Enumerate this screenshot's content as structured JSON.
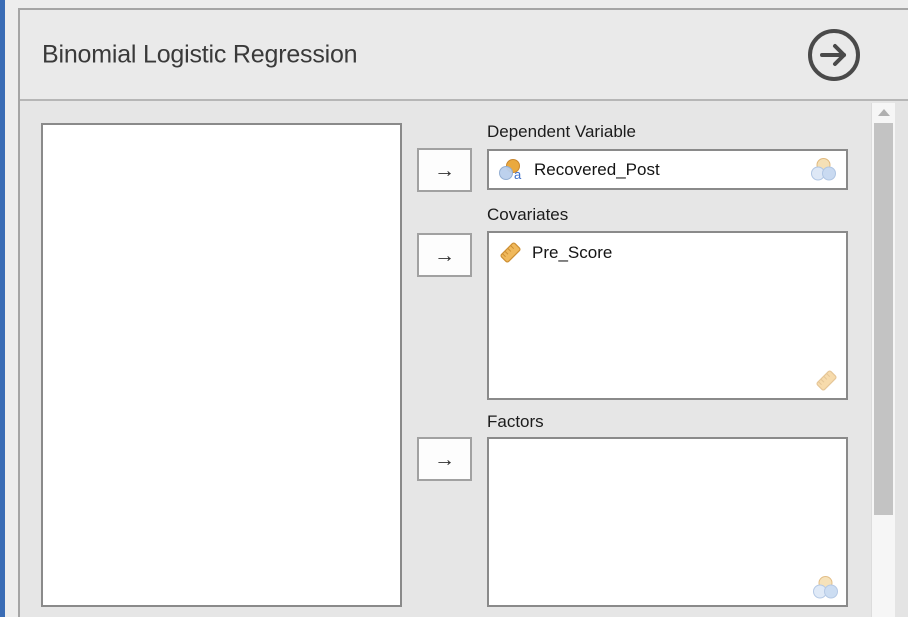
{
  "header": {
    "title": "Binomial Logistic Regression",
    "run_icon": "circle-arrow-right"
  },
  "available_list": {
    "items": []
  },
  "move_buttons": [
    {
      "glyph": "→"
    },
    {
      "glyph": "→"
    },
    {
      "glyph": "→"
    }
  ],
  "fields": {
    "dependent": {
      "label": "Dependent Variable",
      "items": [
        {
          "name": "Recovered_Post",
          "type_icon": "nominal-text"
        }
      ],
      "allowed_type_icon": "nominal"
    },
    "covariates": {
      "label": "Covariates",
      "items": [
        {
          "name": "Pre_Score",
          "type_icon": "scale"
        }
      ],
      "allowed_type_icon": "scale"
    },
    "factors": {
      "label": "Factors",
      "items": [],
      "allowed_type_icon": "nominal"
    }
  },
  "scrollbar": {
    "up_icon": "triangle-up"
  },
  "colors": {
    "accent_strip": "#3a6cb5",
    "dialog_bg": "#eaeaea",
    "body_bg": "#e6e6e6",
    "box_border": "#8a8a8a",
    "title_text": "#3a3a3a",
    "icon_orange": "#eaa93f",
    "icon_orange_border": "#c9872e",
    "icon_blue": "#b9cfec",
    "icon_blue_border": "#93aed2",
    "icon_letter_blue": "#3e6fc9"
  }
}
